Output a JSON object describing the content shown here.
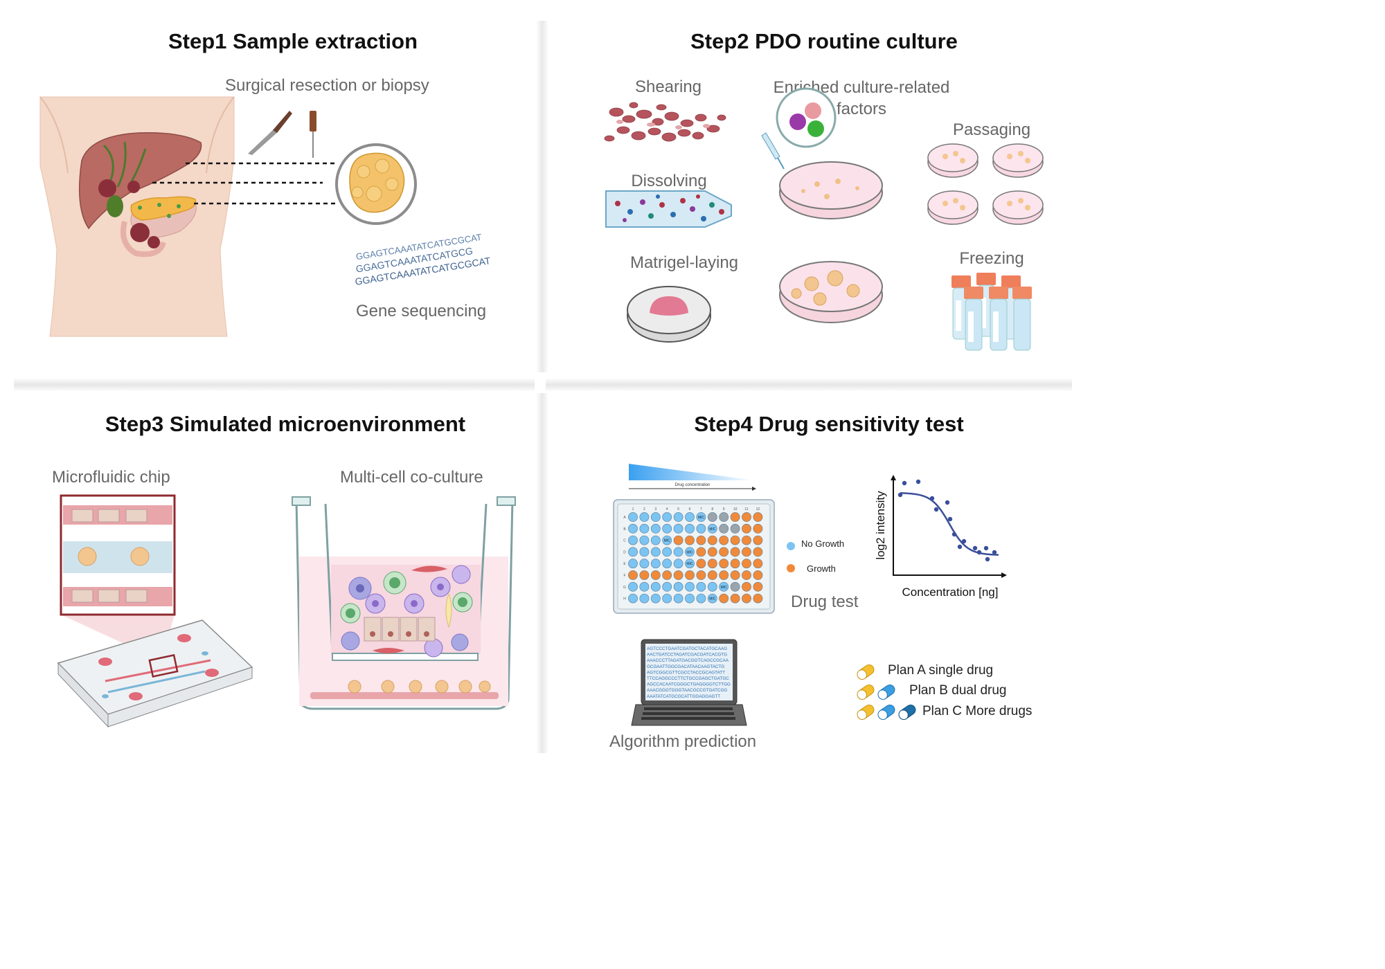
{
  "step1": {
    "title": "Step1 Sample extraction",
    "surgical_label": "Surgical resection or biopsy",
    "gene_label": "Gene sequencing",
    "dna_lines": [
      "GGAGTCAAATATCATGCGCAT",
      "GGAGTCAAATATCATGCG",
      "GGAGTCAAATATCATGCGCAT"
    ]
  },
  "step2": {
    "title": "Step2  PDO routine culture",
    "shearing": "Shearing",
    "dissolving": "Dissolving",
    "matrigel": "Matrigel-laying",
    "enriched_line1": "Enriched culture-related",
    "enriched_line2": "factors",
    "passaging": "Passaging",
    "freezing": "Freezing"
  },
  "step3": {
    "title": "Step3 Simulated microenvironment",
    "chip_label": "Microfluidic chip",
    "coculture_label": "Multi-cell co-culture"
  },
  "step4": {
    "title": "Step4 Drug sensitivity test",
    "drug_conc": "Drug concentration",
    "plate_cols": [
      "1",
      "2",
      "3",
      "4",
      "5",
      "6",
      "7",
      "8",
      "9",
      "10",
      "11",
      "12"
    ],
    "plate_rows": [
      "A",
      "B",
      "C",
      "D",
      "E",
      "F",
      "G",
      "H"
    ],
    "mic_label": "MIC",
    "legend_no_growth": "No Growth",
    "legend_growth": "Growth",
    "drug_test": "Drug  test",
    "chart_ylabel": "log2 intensity",
    "chart_xlabel": "Concentration [ng]",
    "algorithm": "Algorithm prediction",
    "laptop_lines": [
      "AGTCCCTGAATCGATGCTACATGCAAG",
      "AACTGATCCTAGATCGACGATCACGTG",
      "AAACCCTTAGATGACGGTCAGCCGCAA",
      "GCGAATTGGCGACATAACAAGTACTG",
      "AGTCGGCGTTCGCCTACCGCAGTATT",
      "TTCCAGGCCCTTCTGCCGAGCTGATGC",
      "AGCCACAATCGGGCTGAGGGGTCTTGG",
      "AAACGGGTGGGTAACGCCGTGATCGG",
      "AAATATCATGCGCATTGGAGGAGTT"
    ],
    "plan_a": "Plan A single drug",
    "plan_b": "Plan B dual drug",
    "plan_c": "Plan C More drugs"
  },
  "colors": {
    "no_growth": "#7cc4f2",
    "growth": "#f08a3a",
    "mic_well": "#9aa4ad",
    "curve": "#3a4f9a",
    "chip_red": "#e8a5aa",
    "chip_blue": "#cfe3ec"
  }
}
